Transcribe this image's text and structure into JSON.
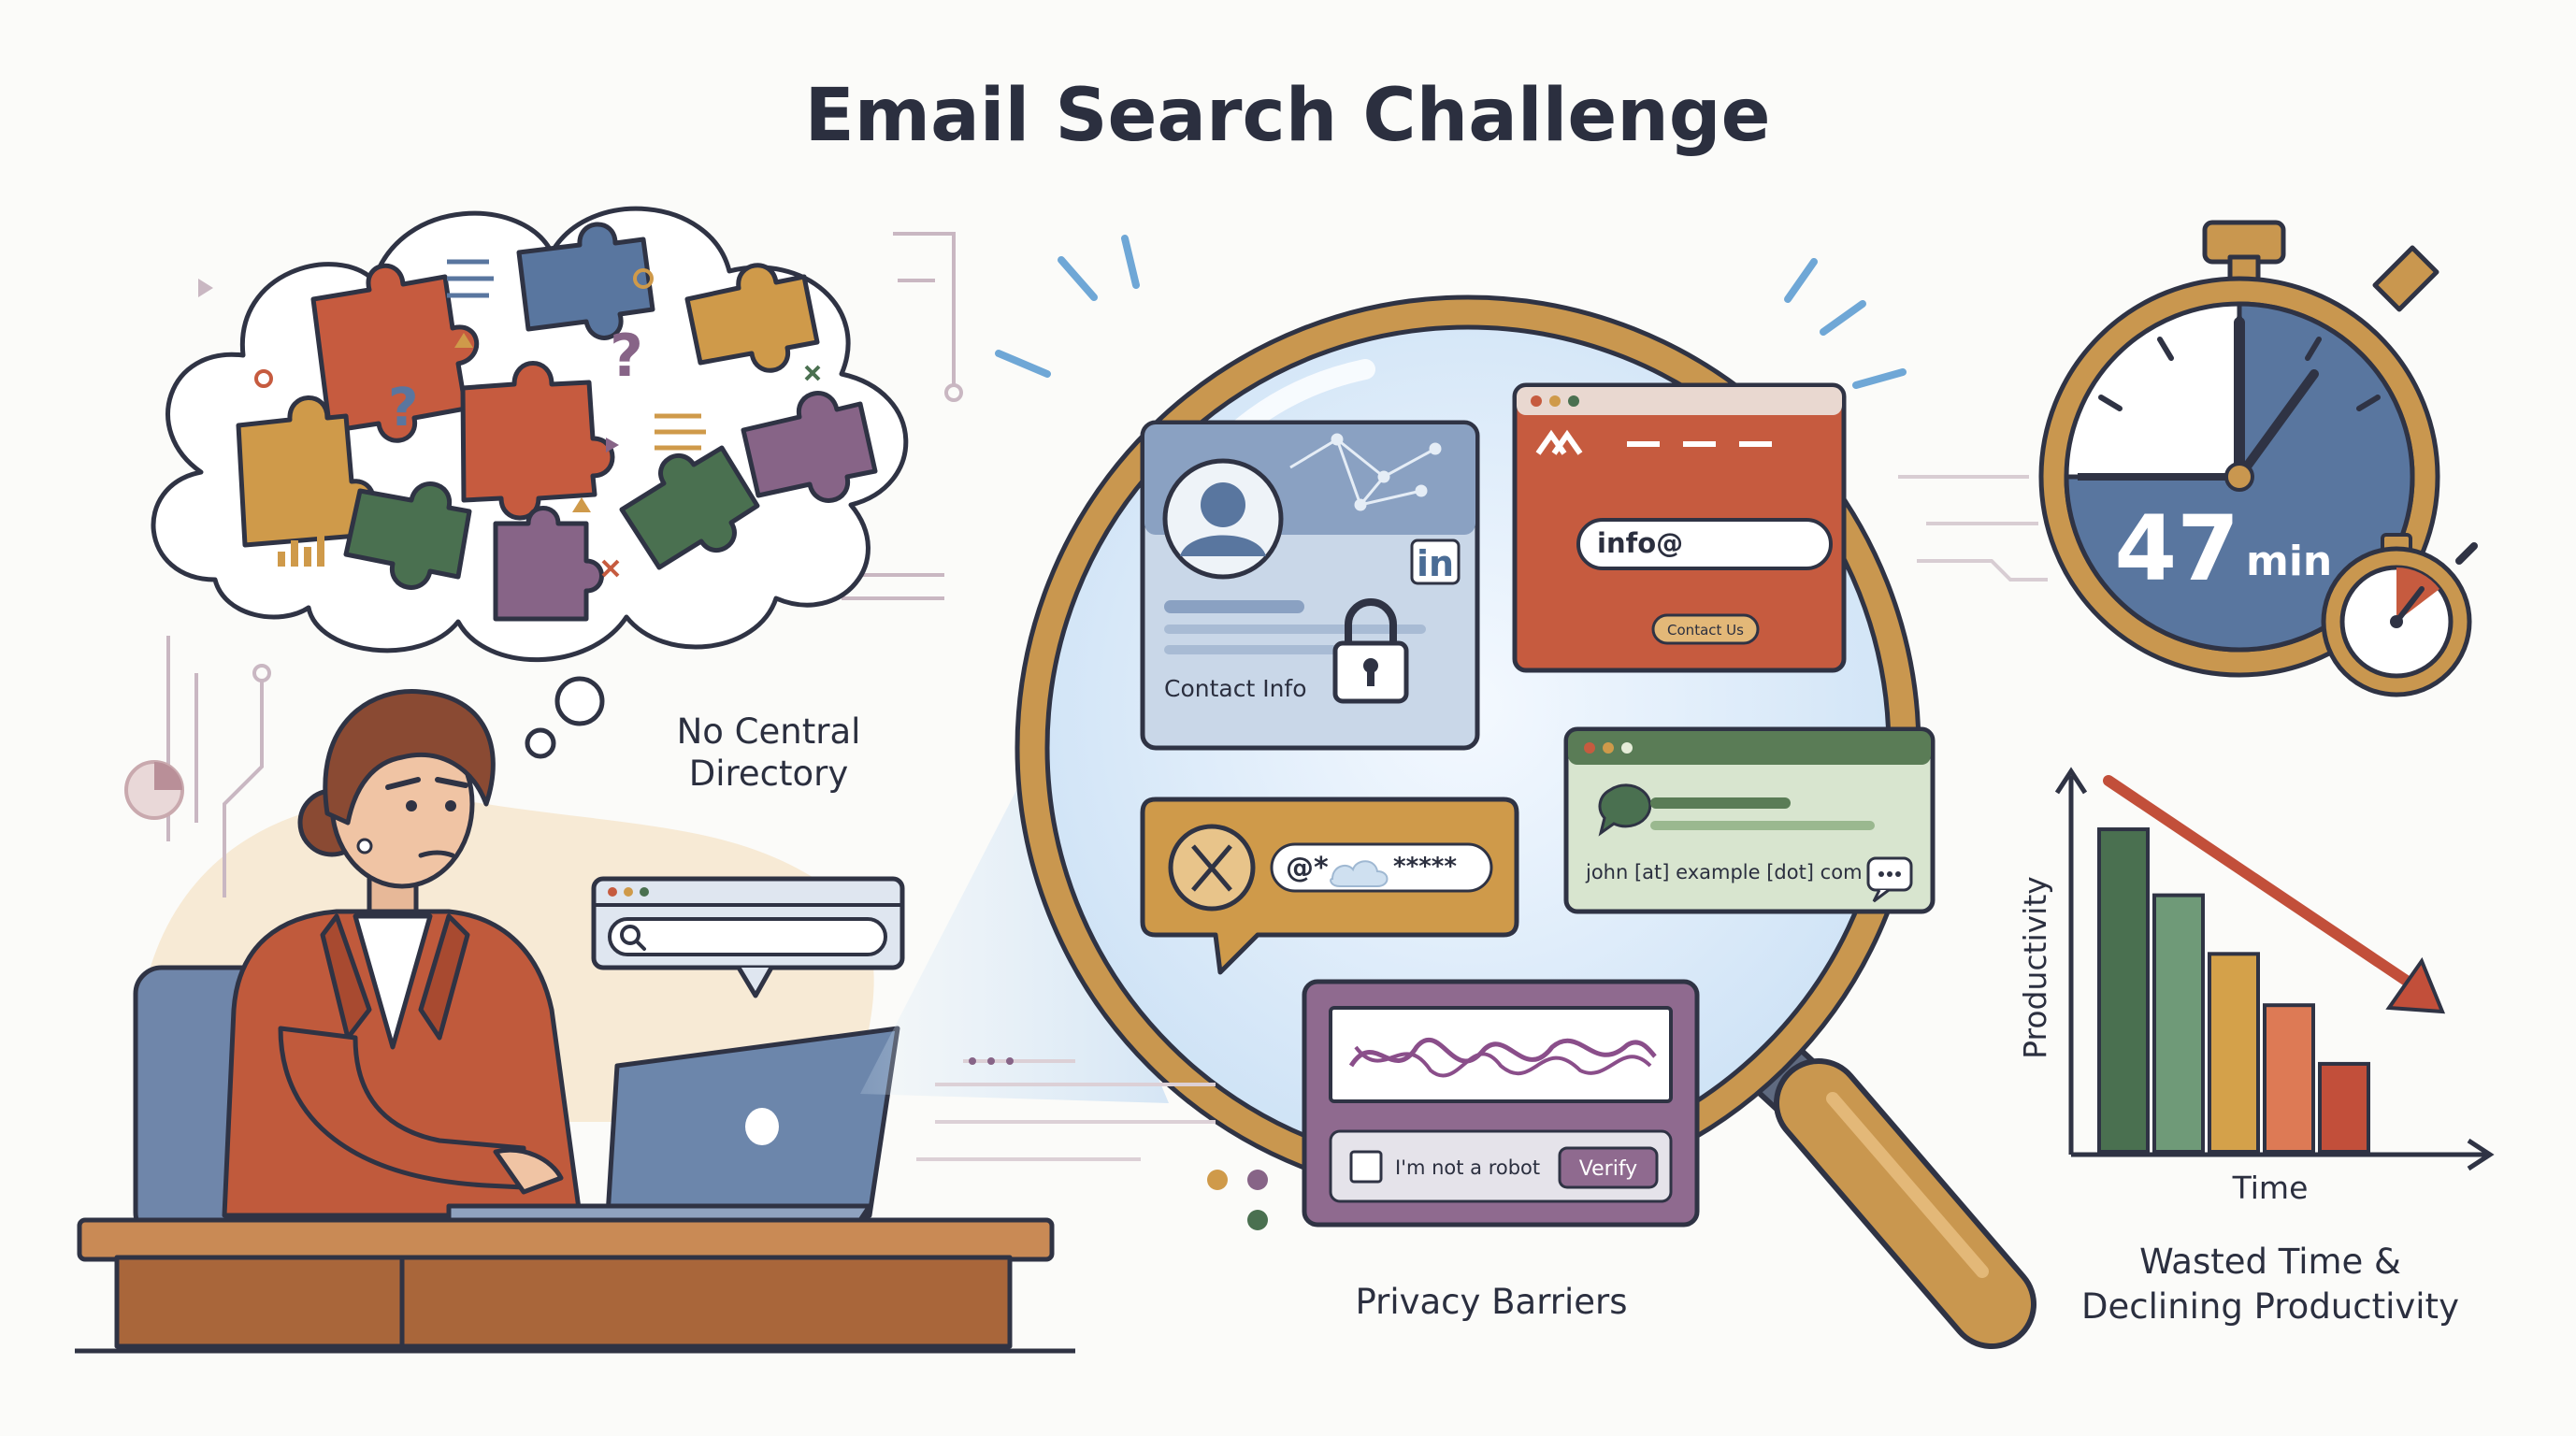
{
  "title": "Email Search Challenge",
  "labels": {
    "no_central_directory_line1": "No Central",
    "no_central_directory_line2": "Directory",
    "privacy_barriers": "Privacy Barriers",
    "wasted_line1": "Wasted Time &",
    "wasted_line2": "Declining Productivity"
  },
  "cards": {
    "linkedin": {
      "badge": "in",
      "text": "Contact Info"
    },
    "website": {
      "email_prefix": "info@",
      "button": "Contact Us"
    },
    "social": {
      "handle": "@*",
      "masked": "*****"
    },
    "email_card": {
      "obfuscated": "john [at] example [dot] com"
    },
    "captcha": {
      "checkbox_label": "I'm not a robot",
      "button": "Verify"
    }
  },
  "timer": {
    "value": "47",
    "unit": "min"
  },
  "chart_data": {
    "type": "bar",
    "xlabel": "Time",
    "ylabel": "Productivity",
    "categories": [
      "",
      "",
      "",
      "",
      ""
    ],
    "values": [
      88,
      70,
      54,
      40,
      24
    ],
    "ylim": [
      0,
      100
    ],
    "grid": false,
    "bar_colors": [
      "#4a7050",
      "#6f9a78",
      "#d4a14a",
      "#dd7a55",
      "#c24f3a"
    ],
    "trend_arrow": "descending"
  },
  "colors": {
    "ink": "#2f3344",
    "rust": "#c65b3f",
    "slate_blue": "#59769f",
    "green": "#4a7050",
    "plum": "#876487",
    "ochre": "#cf9a4a",
    "tan_frame": "#c9974f"
  }
}
